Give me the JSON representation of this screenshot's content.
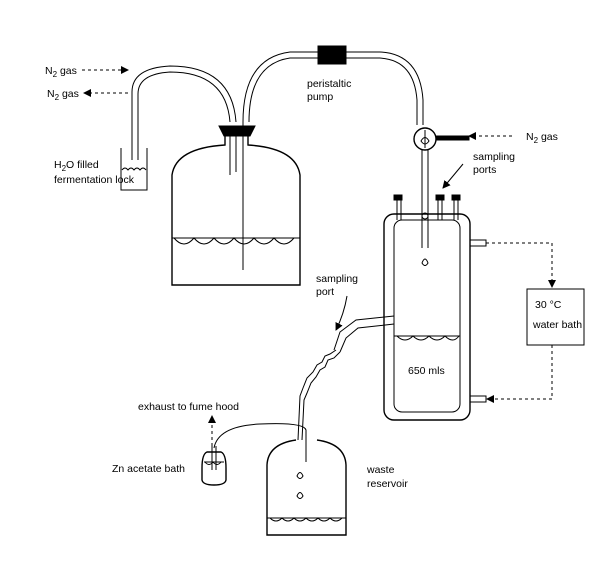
{
  "labels": {
    "n2_in": "N",
    "n2_in_sub": "2",
    "n2_in_rest": " gas",
    "n2_out": "N",
    "n2_out_sub": "2",
    "n2_out_rest": " gas",
    "n2_right": "N",
    "n2_right_sub": "2",
    "n2_right_rest": " gas",
    "lock_line1_a": "H",
    "lock_line1_sub": "2",
    "lock_line1_b": "O filled",
    "lock_line2": "fermentation lock",
    "pump_line1": "peristaltic",
    "pump_line2": "pump",
    "sampling_ports_line1": "sampling",
    "sampling_ports_line2": "ports",
    "sampling_port_line1": "sampling",
    "sampling_port_line2": "port",
    "bath_line1": "30 °C",
    "bath_line2": "water bath",
    "volume": "650 mls",
    "exhaust": "exhaust to fume hood",
    "zn_bath": "Zn acetate bath",
    "waste_line1": "waste",
    "waste_line2": "reservoir"
  }
}
